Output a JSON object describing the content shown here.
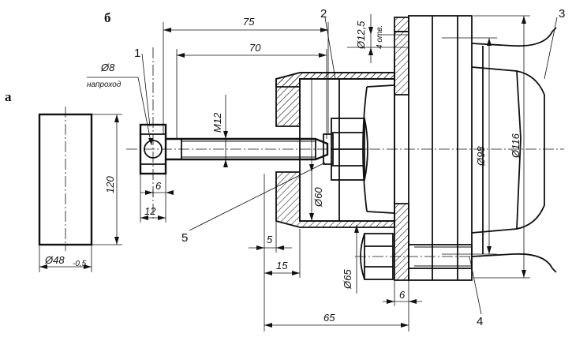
{
  "view_labels": {
    "a": "а",
    "b": "б"
  },
  "callouts": [
    "1",
    "2",
    "3",
    "4",
    "5"
  ],
  "dimensions": {
    "d75": "75",
    "d70": "70",
    "d12_5": "Ø12,5",
    "holes_4": "4 отв.",
    "d8": "Ø8",
    "through": "напроход",
    "m12": "M12",
    "d6_left": "6",
    "d12": "12",
    "d120": "120",
    "d48": "Ø48",
    "d48_tol": "-0,5",
    "d60": "Ø60",
    "d98": "Ø98",
    "d116": "Ø116",
    "d5": "5",
    "d15": "15",
    "d65_dia": "Ø65",
    "d6_right": "6",
    "d65_len": "65"
  }
}
